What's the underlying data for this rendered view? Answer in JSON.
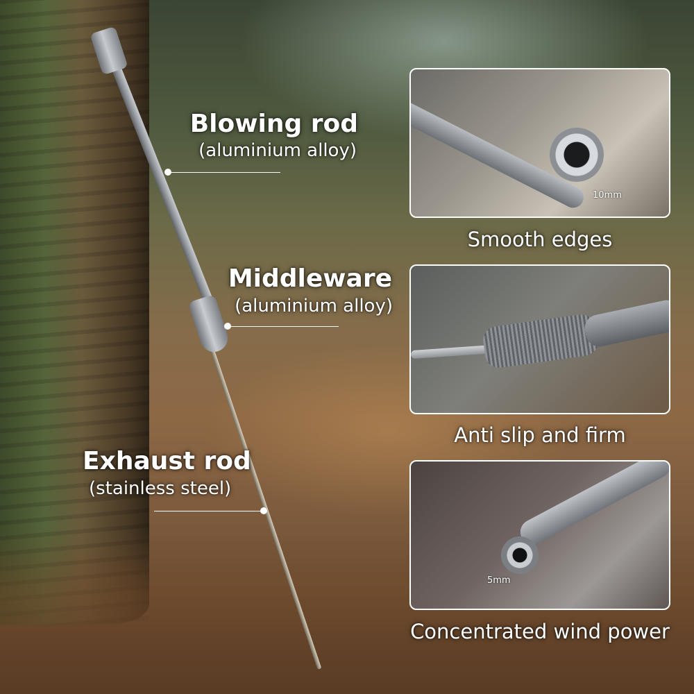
{
  "labels": {
    "blowing_rod": {
      "title": "Blowing rod",
      "material": "(aluminium alloy)"
    },
    "middleware": {
      "title": "Middleware",
      "material": "(aluminium alloy)"
    },
    "exhaust_rod": {
      "title": "Exhaust rod",
      "material": "(stainless steel)"
    }
  },
  "details": [
    {
      "caption": "Smooth edges",
      "measurement": "10mm"
    },
    {
      "caption": "Anti slip and firm",
      "measurement": ""
    },
    {
      "caption": "Concentrated wind power",
      "measurement": "5mm"
    }
  ],
  "colors": {
    "text": "#ffffff",
    "border": "#ffffff"
  }
}
